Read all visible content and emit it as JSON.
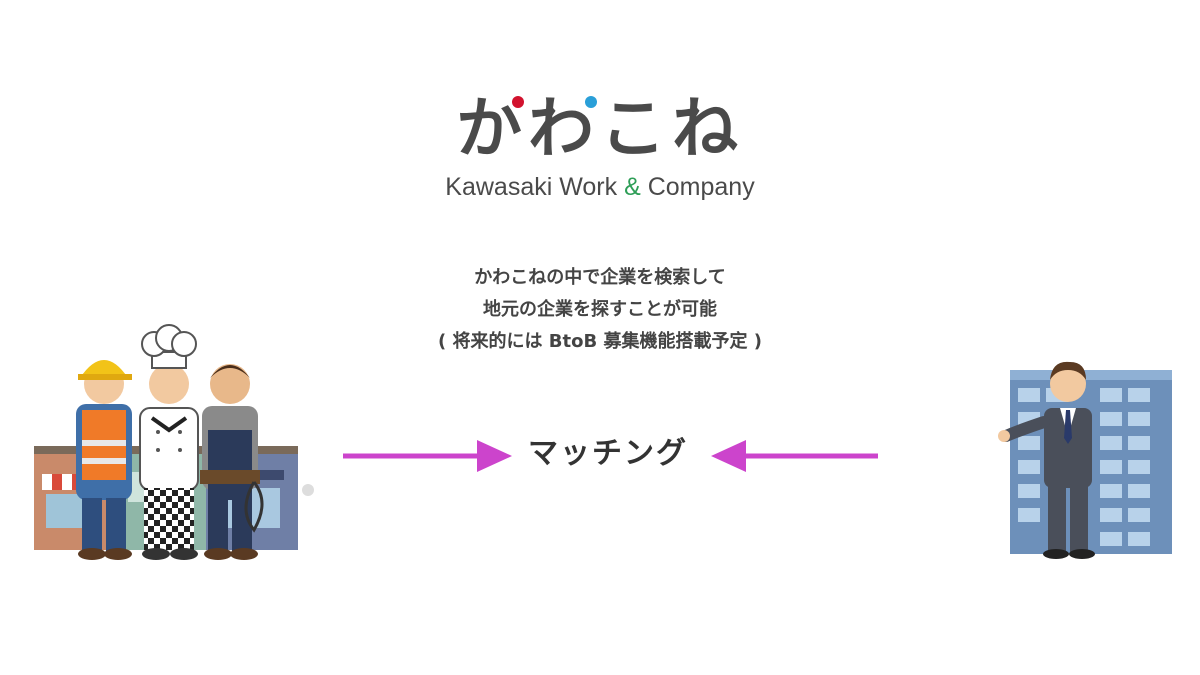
{
  "logo": {
    "main": "かわこね",
    "sub_before": "Kawasaki Work ",
    "sub_amp": "&",
    "sub_after": " Company",
    "colors": {
      "text": "#4a4a4a",
      "dot_red": "#d2122e",
      "dot_blue": "#2a9fd8",
      "amp": "#2e9e57"
    }
  },
  "description": [
    "かわこねの中で企業を検索して",
    "地元の企業を探すことが可能",
    "( 将来的には BtoB 募集機能搭載予定 )"
  ],
  "matching": {
    "label": "マッチング",
    "arrow_color": "#cc44cc"
  },
  "illustrations": {
    "left": "local-workers-illustration",
    "right": "businessman-office-illustration"
  }
}
